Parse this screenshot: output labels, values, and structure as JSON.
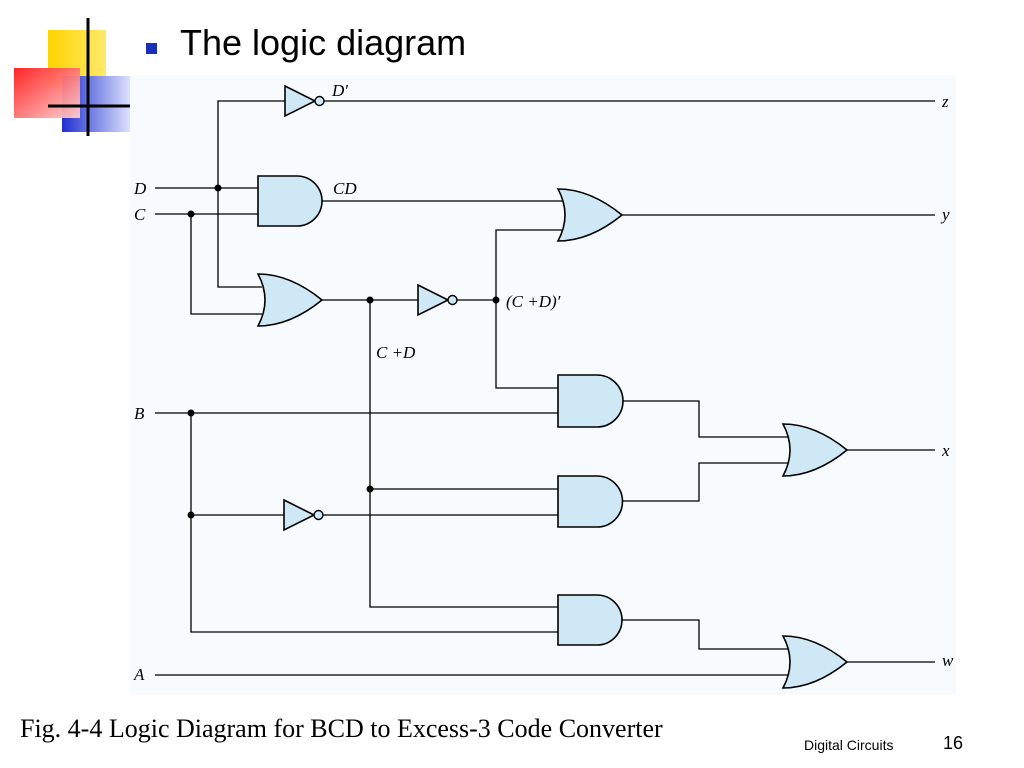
{
  "slide": {
    "title": "The logic diagram",
    "caption": "Fig. 4-4  Logic Diagram for BCD to Excess-3 Code Converter",
    "footer": "Digital Circuits",
    "page_number": "16"
  },
  "diagram": {
    "inputs": [
      "D",
      "C",
      "B",
      "A"
    ],
    "outputs": [
      "z",
      "y",
      "x",
      "w"
    ],
    "signal_labels": {
      "d_not": "D′",
      "cd": "CD",
      "c_or_d": "C +D",
      "c_or_d_not": "(C +D)′"
    }
  },
  "colors": {
    "gate_fill": "#cfe8f5",
    "bullet": "#1a2fb5",
    "deco_yellow": "#ffd400",
    "deco_red": "#ff2a2a",
    "deco_blue": "#2a3ad6"
  },
  "icons": {
    "bullet": "square-bullet-icon",
    "decoration": "colored-squares-decoration-icon"
  }
}
